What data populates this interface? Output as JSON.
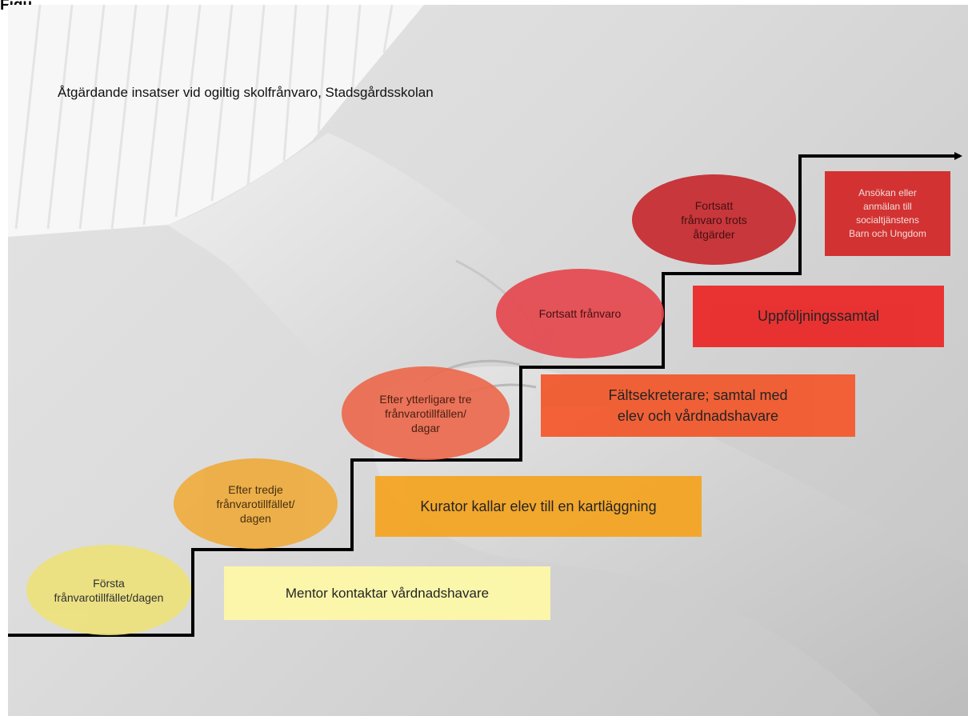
{
  "header": {
    "partial_heading": "Figure"
  },
  "diagram": {
    "title": "Åtgärdande insatser vid ogiltig skolfrånvaro, Stadsgårdsskolan",
    "steps": [
      {
        "trigger": "Första\nfrånvarotillfället/dagen",
        "action": "Mentor kontaktar vårdnadshavare",
        "trigger_color": "#ede27c",
        "action_color": "#fdf8a8"
      },
      {
        "trigger": "Efter tredje\nfrånvarotillfället/\ndagen",
        "action": "Kurator kallar elev till en kartläggning",
        "trigger_color": "#efac3e",
        "action_color": "#f4a524"
      },
      {
        "trigger": "Efter ytterligare tre\nfrånvarotillfällen/\ndagar",
        "action": "Fältsekreterare; samtal med\nelev och vårdnadshavare",
        "trigger_color": "#ec6a4e",
        "action_color": "#f25a2e"
      },
      {
        "trigger": "Fortsatt frånvaro",
        "action": "Uppföljningssamtal",
        "trigger_color": "#e5484e",
        "action_color": "#ea2a2a"
      },
      {
        "trigger": "Fortsatt\nfrånvaro trots\nåtgärder",
        "action": "Ansökan eller\nanmälan till\nsocialtjänstens\nBarn och Ungdom",
        "trigger_color": "#c62a2f",
        "action_color": "#d42a2a"
      }
    ],
    "line_color": "#000000"
  }
}
